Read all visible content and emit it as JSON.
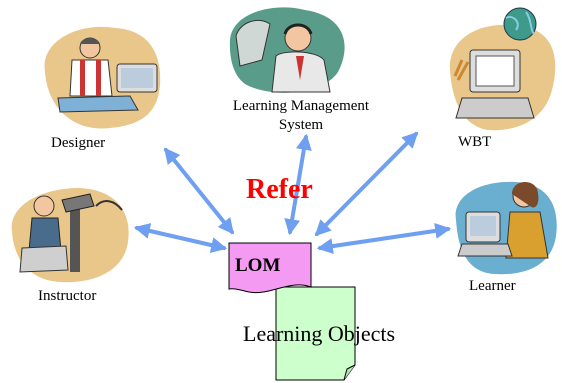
{
  "actors": {
    "designer": {
      "label": "Designer",
      "icon": "designer-at-drafting-table-icon"
    },
    "lms": {
      "label_line1": "Learning Management",
      "label_line2": "System",
      "icon": "person-with-headset-icon"
    },
    "wbt": {
      "label": "WBT",
      "icon": "computer-with-globe-icon"
    },
    "instructor": {
      "label": "Instructor",
      "icon": "instructor-at-projector-icon"
    },
    "learner": {
      "label": "Learner",
      "icon": "woman-at-computer-icon"
    }
  },
  "center": {
    "refer_label": "Refer",
    "lom_label": "LOM",
    "learning_objects_label": "Learning Objects"
  },
  "colors": {
    "arrow": "#6f9ff0",
    "lom_fill": "#f59af2",
    "learning_objects_fill": "#ccffcc",
    "refer_text": "#ff0000",
    "blob_tan": "#e9c78a"
  }
}
